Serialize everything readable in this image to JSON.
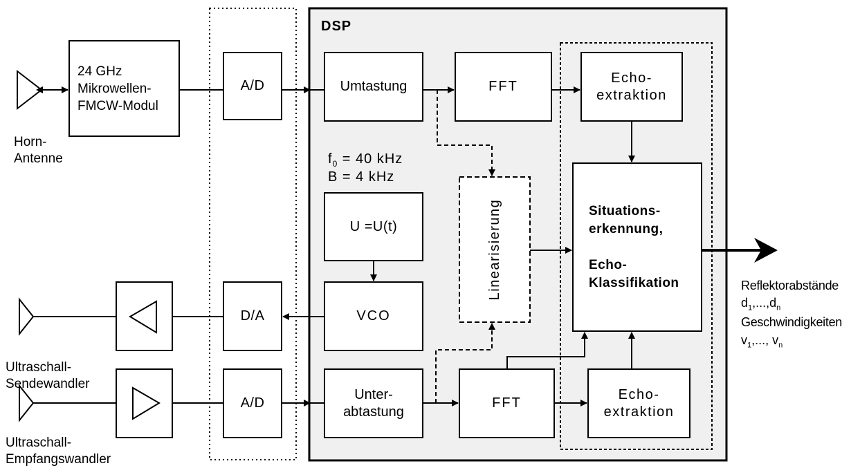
{
  "diagram": {
    "dsp_title": "DSP",
    "module_label": "24 GHz\nMikrowellen-\nFMCW-Modul",
    "horn_label": "Horn-\nAntenne",
    "ad_top": "A/D",
    "da": "D/A",
    "ad_bottom": "A/D",
    "umtastung": "Umtastung",
    "fft_top": "FFT",
    "echo_top": "Echo-\nextraktion",
    "param_f0_prefix": "f",
    "param_f0_sub": "0",
    "param_f0_rest": " = 40 kHz",
    "param_b": "B = 4 kHz",
    "u_block": "U =U(t)",
    "vco": "VCO",
    "linearisierung": "Linearisierung",
    "situation": "Situations-\nerkennung,\n\nEcho-\nKlassifikation",
    "unterabtastung": "Unter-\nabtastung",
    "fft_bottom": "FFT",
    "echo_bottom": "Echo-\nextraktion",
    "sende_label": "Ultraschall-\nSendewandler",
    "empfang_label": "Ultraschall-\nEmpfangswandler",
    "out_reflektor": "Reflektorabstände",
    "out_d_a": "d",
    "out_d_sub1": "1",
    "out_d_b": ",...,d",
    "out_d_subn": "n",
    "out_gesch": "Geschwindigkeiten",
    "out_v_a": "v",
    "out_v_sub1": "1",
    "out_v_b": ",..., v",
    "out_v_subn": "n"
  }
}
